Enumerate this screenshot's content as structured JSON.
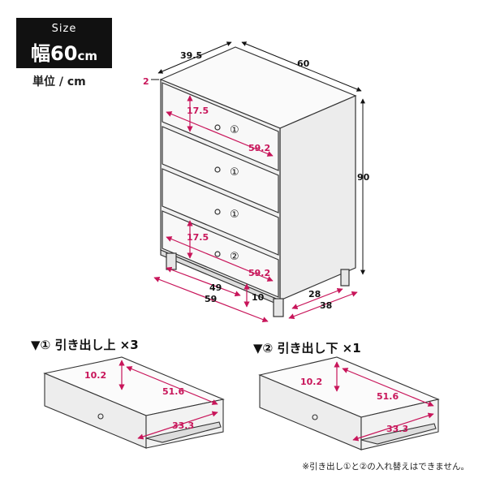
{
  "badge": {
    "label": "Size",
    "prefix": "幅",
    "value": "60",
    "unit": "cm"
  },
  "unit_note": "単位 / cm",
  "dims": {
    "depth": "39.5",
    "width": "60",
    "top": "2",
    "height": "90",
    "drawer_h_upper": "17.5",
    "drawer_w_upper": "59.2",
    "drawer_h_lower": "17.5",
    "drawer_w_lower": "59.2",
    "inner_w": "49",
    "outer_w": "59",
    "leg": "10",
    "inner_d": "28",
    "outer_d": "38"
  },
  "drawer_marks": [
    "①",
    "①",
    "①",
    "②"
  ],
  "drawer1": {
    "heading": "▼① 引き出し上 ×3",
    "height": "10.2",
    "width": "51.6",
    "depth": "33.3"
  },
  "drawer2": {
    "heading": "▼② 引き出し下 ×1",
    "height": "10.2",
    "width": "51.6",
    "depth": "33.3"
  },
  "footnote": "※引き出し①と②の入れ替えはできません。",
  "colors": {
    "accent": "#c8155a",
    "badge_bg": "#111111"
  }
}
